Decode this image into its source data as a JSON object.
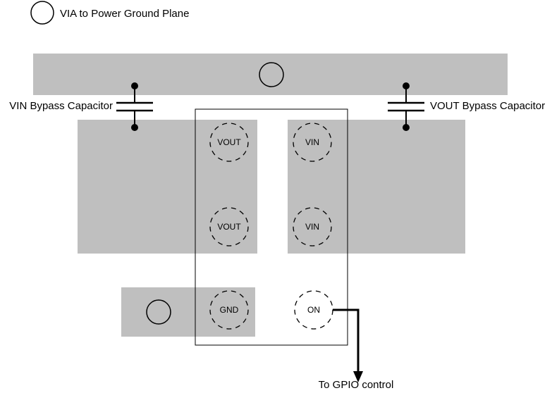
{
  "colors": {
    "plane_gray": "#bfbfbf",
    "line_black": "#000000"
  },
  "legend": {
    "via_label": "VIA to Power Ground Plane"
  },
  "capacitors": {
    "vin_label": "VIN Bypass Capacitor",
    "vout_label": "VOUT Bypass Capacitor"
  },
  "pins": [
    {
      "name": "VOUT"
    },
    {
      "name": "VIN"
    },
    {
      "name": "VOUT"
    },
    {
      "name": "VIN"
    },
    {
      "name": "GND"
    },
    {
      "name": "ON"
    }
  ],
  "annotations": {
    "gpio_label": "To GPIO control"
  }
}
